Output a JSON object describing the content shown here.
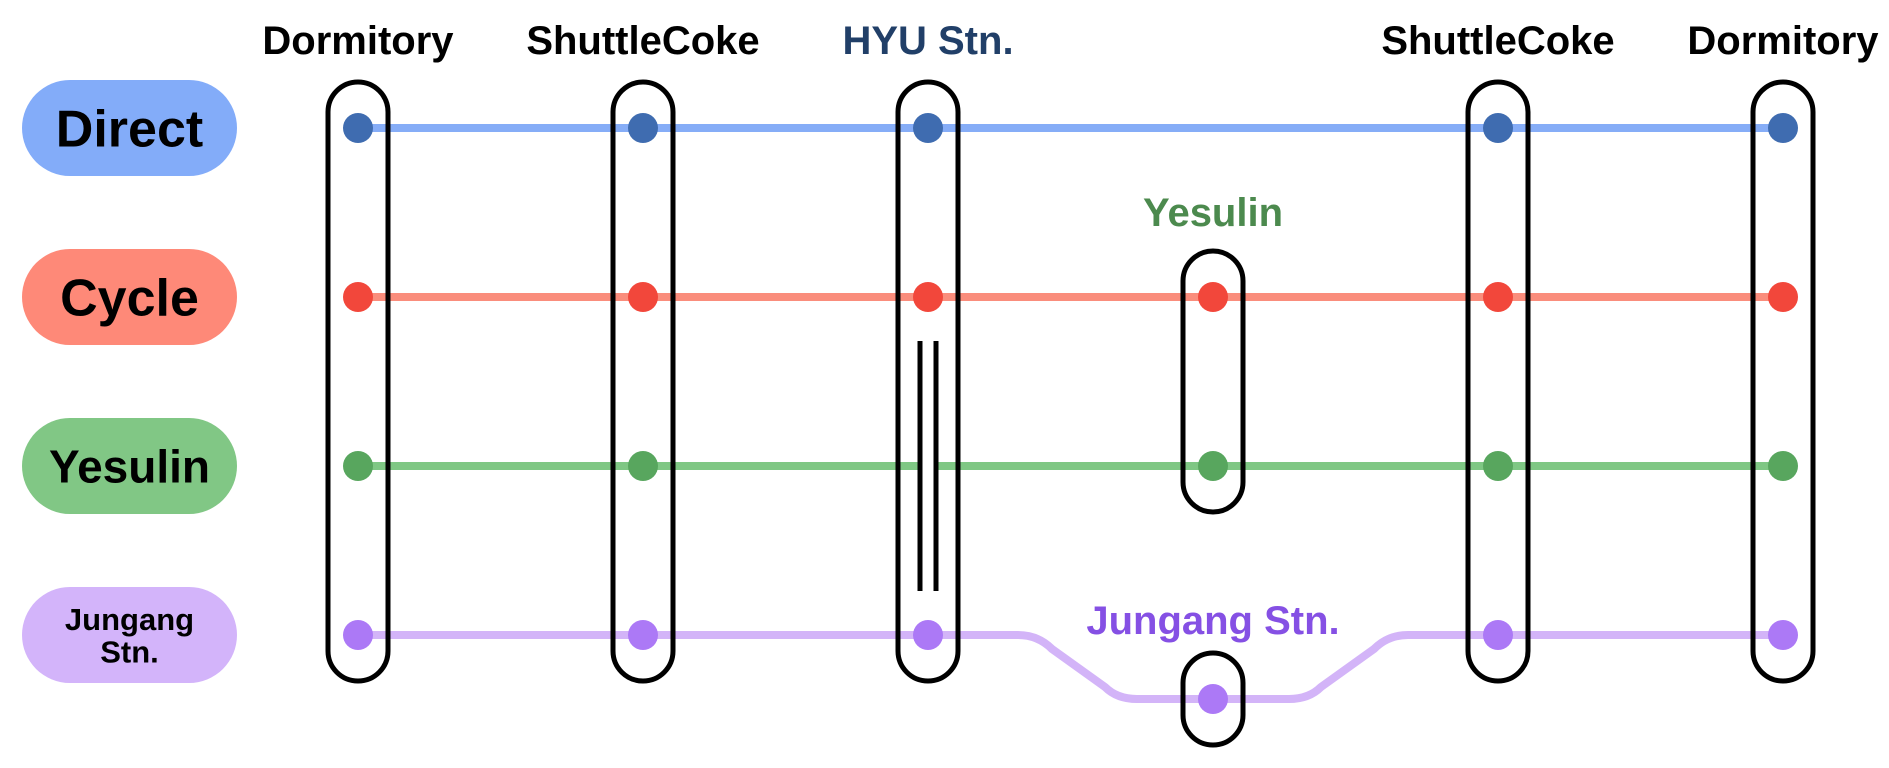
{
  "routes": [
    {
      "id": "direct",
      "label_lines": [
        "Direct"
      ],
      "label_size": 52,
      "pill_color": "#83acf9",
      "line_color": "#86adf7",
      "dot_color": "#3f6cb0"
    },
    {
      "id": "cycle",
      "label_lines": [
        "Cycle"
      ],
      "label_size": 52,
      "pill_color": "#fe8978",
      "line_color": "#fa8d7c",
      "dot_color": "#f2473b"
    },
    {
      "id": "yesulin",
      "label_lines": [
        "Yesulin"
      ],
      "label_size": 46,
      "pill_color": "#81c785",
      "line_color": "#7fc784",
      "dot_color": "#58a65e"
    },
    {
      "id": "jungang",
      "label_lines": [
        "Jungang",
        "Stn."
      ],
      "label_size": 31,
      "pill_color": "#d3b4fa",
      "line_color": "#d3b4f8",
      "dot_color": "#ac79f6"
    }
  ],
  "stations": [
    {
      "id": "dormitory-1",
      "label": "Dormitory",
      "label_color": "#000000"
    },
    {
      "id": "shuttlecoke-1",
      "label": "ShuttleCoke",
      "label_color": "#000000"
    },
    {
      "id": "hyu-stn",
      "label": "HYU Stn.",
      "label_color": "#213f68"
    },
    {
      "id": "yesulin",
      "label": "Yesulin",
      "label_color": "#4c8a4e"
    },
    {
      "id": "jungang-stn",
      "label": "Jungang Stn.",
      "label_color": "#8550e4"
    },
    {
      "id": "shuttlecoke-2",
      "label": "ShuttleCoke",
      "label_color": "#000000"
    },
    {
      "id": "dormitory-2",
      "label": "Dormitory",
      "label_color": "#000000"
    }
  ],
  "stops": {
    "direct": [
      "dormitory-1",
      "shuttlecoke-1",
      "hyu-stn",
      "shuttlecoke-2",
      "dormitory-2"
    ],
    "cycle": [
      "dormitory-1",
      "shuttlecoke-1",
      "hyu-stn",
      "yesulin",
      "shuttlecoke-2",
      "dormitory-2"
    ],
    "yesulin": [
      "dormitory-1",
      "shuttlecoke-1",
      "yesulin",
      "shuttlecoke-2",
      "dormitory-2"
    ],
    "jungang": [
      "dormitory-1",
      "shuttlecoke-1",
      "hyu-stn",
      "jungang-stn",
      "shuttlecoke-2",
      "dormitory-2"
    ]
  },
  "transfers": [
    {
      "id": "hyu-stn-transfer",
      "from": "hyu-stn",
      "to": "jungang"
    }
  ]
}
